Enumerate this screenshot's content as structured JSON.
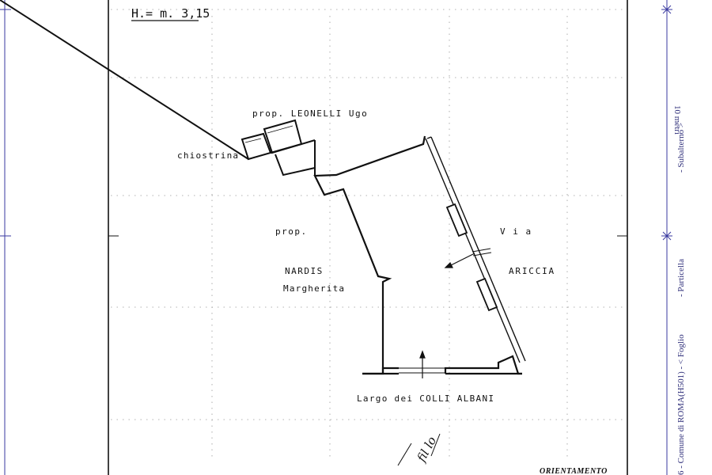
{
  "height_label": "H.= m. 3,15",
  "labels": {
    "neighbor_north": "prop. LEONELLI  Ugo",
    "chiostrina": "chiostrina",
    "neighbor_west_1": "prop.",
    "neighbor_west_2": "NARDIS",
    "neighbor_west_3": "Margherita",
    "street_east_1": "V i a",
    "street_east_2": "ARICCIA",
    "street_south": "Largo dei  COLLI  ALBANI"
  },
  "signature_text": "fil lo",
  "orientation_label": "ORIENTAMENTO",
  "side_strip": {
    "scale": "10 metri",
    "subalterno": "- Subalterno  >",
    "particella": "- Particella",
    "foglio": "6 - Comune di ROMA(H501) - <  Foglio"
  },
  "colors": {
    "ink": "#111111",
    "side_text": "#2f2f7a",
    "frame_line": "#3a3aa0"
  }
}
